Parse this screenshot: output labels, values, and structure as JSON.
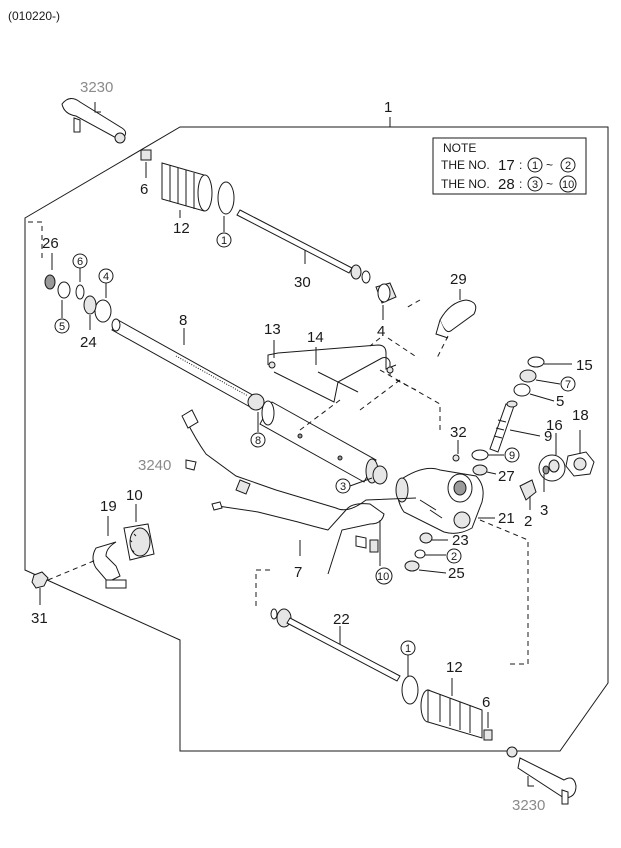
{
  "header_code": "(010220-)",
  "assembly_number": "1",
  "note": {
    "title": "NOTE",
    "line1_prefix": "THE NO.",
    "line1_num": "17",
    "line1_from": "1",
    "line1_to": "2",
    "line2_prefix": "THE NO.",
    "line2_num": "28",
    "line2_from": "3",
    "line2_to": "10",
    "separator": ":",
    "range": "~"
  },
  "labels": {
    "p3230_top": "3230",
    "p3230_bottom": "3230",
    "p3240": "3240",
    "p6_top": "6",
    "p12_top": "12",
    "p1c_top": "1",
    "p30": "30",
    "p29": "29",
    "p4_right": "4",
    "p26": "26",
    "p6_left": "6",
    "p4c_left": "4",
    "p5c_left": "5",
    "p24": "24",
    "p8": "8",
    "p8c": "8",
    "p13": "13",
    "p14": "14",
    "p15": "15",
    "p7c": "7",
    "p5_right": "5",
    "p9": "9",
    "p16": "16",
    "p18": "18",
    "p32": "32",
    "p9c": "9",
    "p27": "27",
    "p3c": "3",
    "p2": "2",
    "p3": "3",
    "p21": "21",
    "p23": "23",
    "p2c": "2",
    "p25": "25",
    "p10c": "10",
    "p7": "7",
    "p19": "19",
    "p10": "10",
    "p31": "31",
    "p22": "22",
    "p1c_bottom": "1",
    "p12_bottom": "12",
    "p6_bottom": "6"
  }
}
